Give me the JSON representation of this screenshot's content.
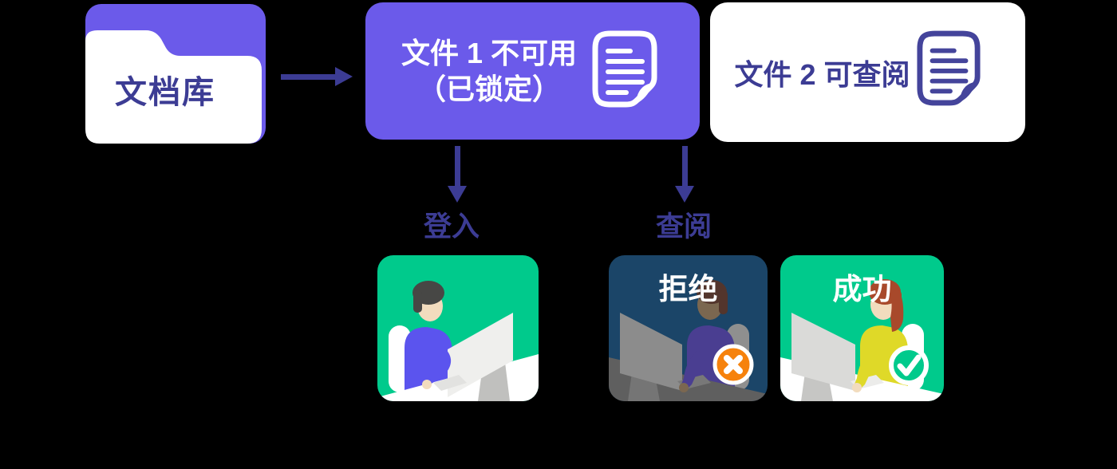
{
  "canvas": {
    "background": "#000000"
  },
  "colors": {
    "primary_purple": "#6B5AEA",
    "indigo_text": "#3C3C94",
    "success_green": "#00CA8C",
    "reject_navy": "#1B4568",
    "badge_orange": "#F6820C",
    "white": "#FFFFFF"
  },
  "library": {
    "label": "文档库"
  },
  "file1": {
    "title_line1": "文件 1 不可用",
    "title_line2": "（已锁定）"
  },
  "file2": {
    "title": "文件 2 可查阅"
  },
  "branches": {
    "login": {
      "label": "登入"
    },
    "review": {
      "label": "查阅"
    }
  },
  "outcomes": {
    "reject": {
      "title": "拒绝"
    },
    "success": {
      "title": "成功"
    }
  }
}
